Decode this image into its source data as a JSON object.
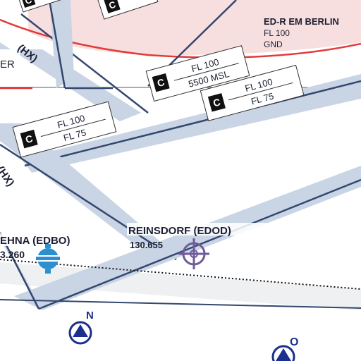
{
  "map": {
    "airspace_restricted": {
      "name": "ED-R EM BERLIN",
      "upper": "FL 100",
      "lower": "GND"
    },
    "airspace_class_boxes": [
      {
        "class": "C",
        "upper": "FL 100",
        "lower": "5500 MSL"
      },
      {
        "class": "C",
        "upper": "FL 100",
        "lower": "FL 75"
      },
      {
        "class": "C",
        "upper": "FL 100",
        "lower": "FL 75"
      }
    ],
    "partial_class_boxes": [
      "C",
      "C"
    ],
    "airspace_abbreviations": [
      "(HX)",
      "(HX)"
    ],
    "partial_text_left": "ER",
    "airports": [
      {
        "name": "REINSDORF (EDOD)",
        "frequency": "130.655"
      },
      {
        "name": "EHNA (EDBO)",
        "frequency": "3.260"
      }
    ],
    "reporting_points": [
      {
        "id": "N"
      },
      {
        "id": "O"
      }
    ],
    "colors": {
      "airspace_band": "#c9d5e4",
      "airspace_edge": "#33476f",
      "restricted_fill": "#f7dcdc",
      "restricted_edge": "#e23a3a",
      "airport_blue": "#2b8fd0",
      "airport_violet": "#6f5a9a",
      "reporting_navy": "#1b2f8c"
    }
  }
}
